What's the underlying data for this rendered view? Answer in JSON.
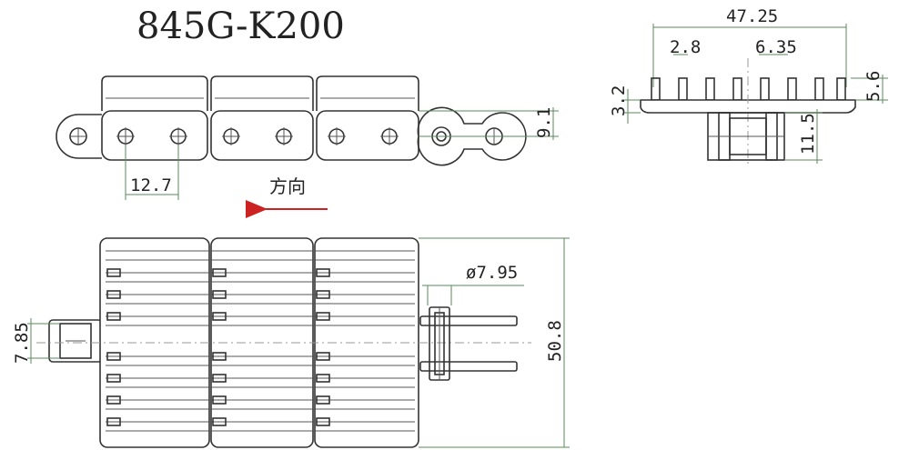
{
  "title": "845G-K200",
  "direction_label": "方向",
  "colors": {
    "line": "#333333",
    "dim_line": "#5a8a5a",
    "arrow": "#cc2222",
    "center_line": "#999999"
  },
  "side_view": {
    "pitch": "12.7",
    "height": "9.1"
  },
  "end_view": {
    "width": "47.25",
    "tooth": "2.8",
    "tooth_pitch": "6.35",
    "tooth_height": "5.6",
    "plate": "3.2",
    "hub_height": "11.5"
  },
  "top_view": {
    "pin_diameter": "ø7.95",
    "width": "50.8",
    "link": "7.85"
  }
}
